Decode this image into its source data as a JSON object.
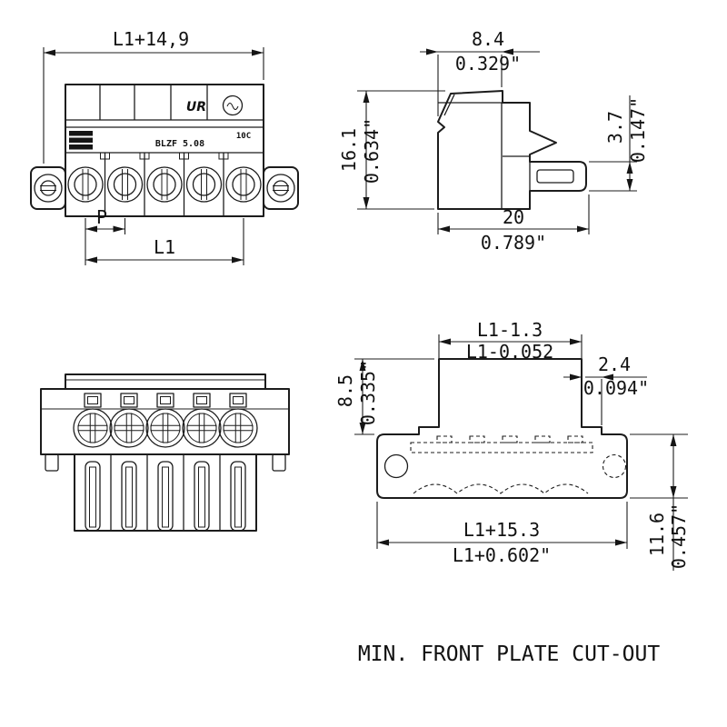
{
  "caption": "MIN. FRONT PLATE CUT-OUT",
  "colors": {
    "line": "#1c1c1c",
    "background": "#ffffff"
  },
  "views": {
    "front_plug": {
      "dim_overall": "L1+14,9",
      "dim_pitch": "P",
      "dim_l1": "L1",
      "marking_ul": "UR",
      "marking_type": "BLZF 5.08",
      "marking_code": "10C"
    },
    "side_plug": {
      "width_mm": "8.4",
      "width_in": "0.329\"",
      "height_mm": "16.1",
      "height_in": "0.634\"",
      "tab_mm": "3.7",
      "tab_in": "0.147\"",
      "depth_mm": "20",
      "depth_in": "0.789\""
    },
    "cutout": {
      "top_mm": "L1-1.3",
      "top_in": "L1-0.052",
      "step_mm": "2.4",
      "step_in": "0.094\"",
      "left_mm": "8.5",
      "left_in": "0.335\"",
      "bottom_mm": "L1+15.3",
      "bottom_in": "L1+0.602\"",
      "right_mm": "11.6",
      "right_in": "0.457\""
    }
  }
}
